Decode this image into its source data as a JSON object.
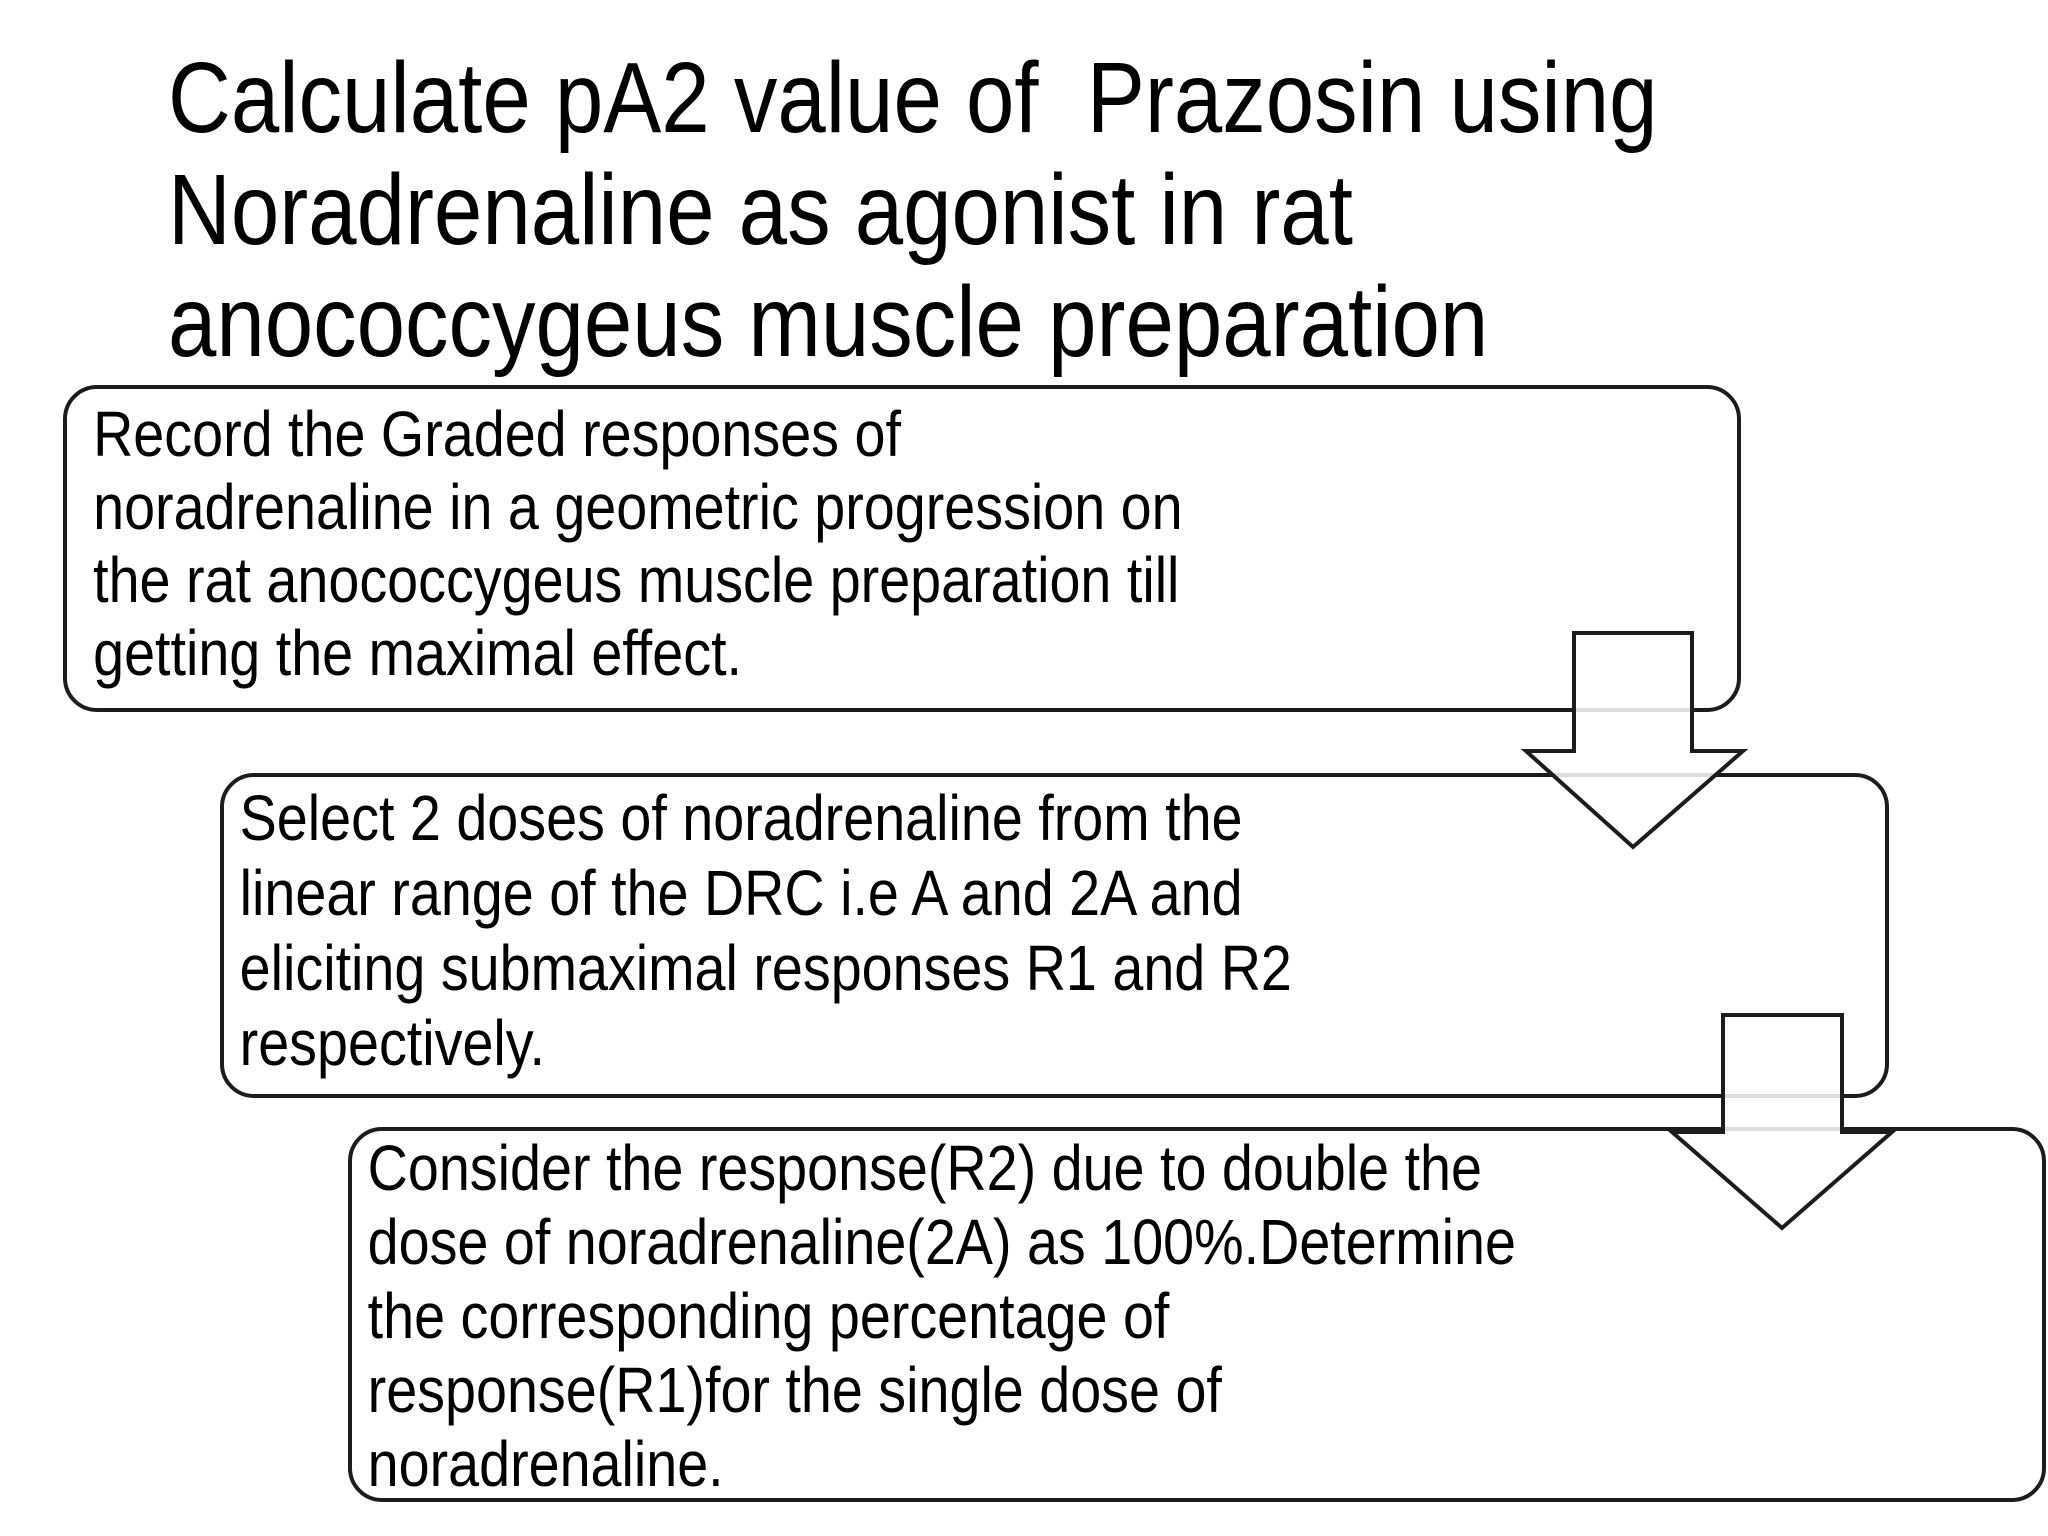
{
  "slide": {
    "background": "#ffffff",
    "title": {
      "text": "Calculate pA2 value of  Prazosin using\nNoradrenaline as agonist in rat\nanococcygeus muscle preparation"
    },
    "flow": {
      "steps": [
        {
          "id": 1,
          "text": "Record the Graded responses of\nnoradrenaline in a geometric progression on\nthe rat anococcygeus muscle preparation till\ngetting the maximal effect."
        },
        {
          "id": 2,
          "text": "Select 2 doses of noradrenaline from the\nlinear range of the DRC i.e A and 2A and\neliciting submaximal responses R1 and R2\nrespectively."
        },
        {
          "id": 3,
          "text": "Consider the response(R2) due to double the\ndose of noradrenaline(2A) as 100%.Determine\nthe corresponding percentage of\nresponse(R1)for the single dose of\nnoradrenaline."
        }
      ],
      "connector_icon": "down-arrow"
    },
    "colors": {
      "text": "#000000",
      "shape_border": "#1c1c1c",
      "shape_fill": "#ffffff",
      "arrow_fill": "#ffffff"
    }
  }
}
